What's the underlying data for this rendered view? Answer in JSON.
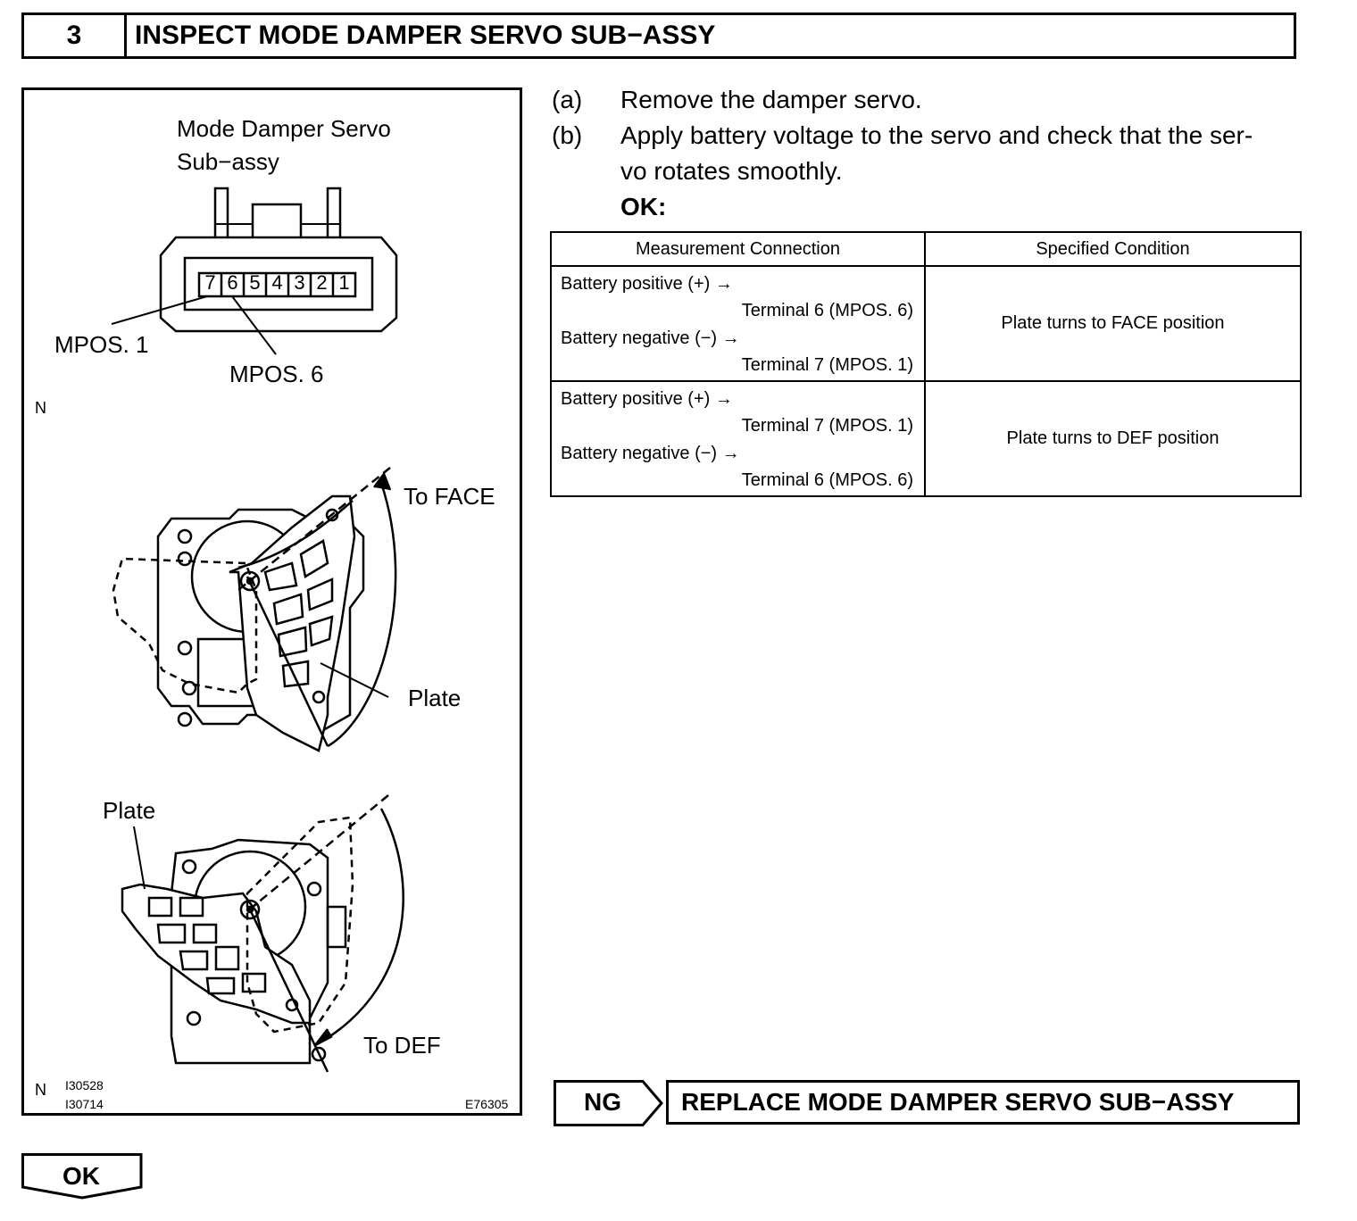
{
  "header": {
    "step_number": "3",
    "title": "INSPECT MODE DAMPER SERVO SUB−ASSY"
  },
  "figure": {
    "connector_title_line1": "Mode Damper Servo",
    "connector_title_line2": "Sub−assy",
    "pins": [
      "7",
      "6",
      "5",
      "4",
      "3",
      "2",
      "1"
    ],
    "label_mpos1": "MPOS. 1",
    "label_mpos6": "MPOS. 6",
    "n_mark_1": "N",
    "label_to_face": "To FACE",
    "label_plate_1": "Plate",
    "label_plate_2": "Plate",
    "label_to_def": "To DEF",
    "n_mark_2": "N",
    "code_1": "I30528",
    "code_2": "I30714",
    "figure_code": "E76305"
  },
  "steps": {
    "a_marker": "(a)",
    "a_text": "Remove the damper servo.",
    "b_marker": "(b)",
    "b_text_line1": "Apply battery voltage to the servo and check that the ser-",
    "b_text_line2": "vo rotates smoothly.",
    "ok_label": "OK:"
  },
  "table": {
    "headers": [
      "Measurement Connection",
      "Specified Condition"
    ],
    "rows": [
      {
        "conn": [
          "Battery positive (+) →",
          "Terminal 6 (MPOS. 6)",
          "Battery negative (−) →",
          "Terminal 7 (MPOS. 1)"
        ],
        "condition": "Plate turns to FACE position"
      },
      {
        "conn": [
          "Battery positive (+) →",
          "Terminal 7 (MPOS. 1)",
          "Battery negative (−) →",
          "Terminal 6 (MPOS. 6)"
        ],
        "condition": "Plate turns to DEF position"
      }
    ]
  },
  "results": {
    "ng_label": "NG",
    "replace_text": "REPLACE MODE DAMPER SERVO SUB−ASSY",
    "ok_label": "OK"
  }
}
